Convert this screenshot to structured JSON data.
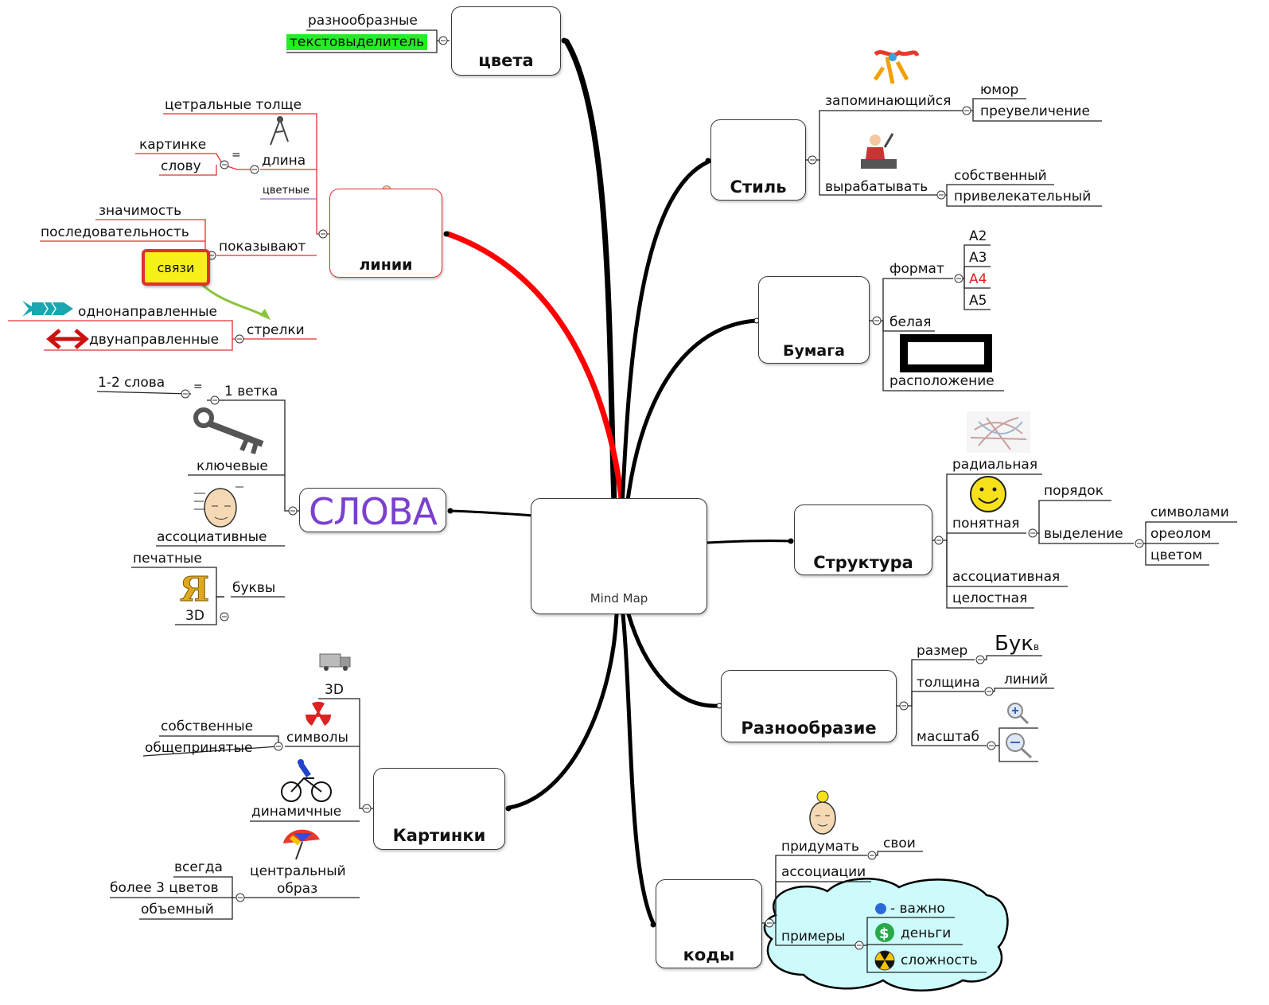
{
  "center": {
    "label": "Mind Map"
  },
  "branches": {
    "colors": {
      "title": "цвета",
      "items": [
        "разнообразные",
        "текстовыделитель"
      ],
      "highlight_color": "#22ee22"
    },
    "lines": {
      "title": "линии",
      "items": {
        "thicker": "цетральные толще",
        "length": "длина",
        "picture": "картинке",
        "eq": "=",
        "word": "слову",
        "colored": "цветные",
        "show": "показывают",
        "importance": "значимость",
        "sequence": "последовательность",
        "links": "связи",
        "arrows": "стрелки",
        "one_way": "однонаправленные",
        "two_way": "двунаправленные"
      }
    },
    "words": {
      "title": "СЛОВА",
      "items": {
        "one_two": "1-2 слова",
        "eq": "=",
        "one_branch": "1 ветка",
        "key": "ключевые",
        "assoc": "ассоциативные",
        "printed": "печатные",
        "letters": "буквы",
        "three_d": "3D",
        "ya": "Я"
      }
    },
    "pictures": {
      "title": "Картинки",
      "items": {
        "three_d": "3D",
        "own": "собственные",
        "symbols": "символы",
        "common": "общепринятые",
        "dynamic": "динамичные",
        "central1": "центральный",
        "central2": "образ",
        "always": "всегда",
        "more3": "более 3 цветов",
        "volume": "объемный"
      }
    },
    "style": {
      "title": "Стиль",
      "items": {
        "memorable": "запоминающийся",
        "humor": "юмор",
        "exaggeration": "преувеличение",
        "develop": "вырабатывать",
        "own": "собственный",
        "attractive": "привелекательный"
      }
    },
    "paper": {
      "title": "Бумага",
      "items": {
        "format": "формат",
        "a2": "A2",
        "a3": "A3",
        "a4": "A4",
        "a5": "A5",
        "white": "белая",
        "layout": "расположение"
      },
      "a4_color": "#e02020"
    },
    "structure": {
      "title": "Структура",
      "items": {
        "radial": "радиальная",
        "clear": "понятная",
        "order": "порядок",
        "emphasis": "выделение",
        "symbols": "символами",
        "halo": "ореолом",
        "color": "цветом",
        "assoc": "ассоциативная",
        "whole": "целостная"
      }
    },
    "variety": {
      "title": "Разнообразие",
      "items": {
        "size": "размер",
        "buk": "Бук",
        "buk_sub": "в",
        "thickness": "толщина",
        "lines": "линий",
        "scale": "масштаб"
      }
    },
    "codes": {
      "title": "коды",
      "items": {
        "invent": "придумать",
        "own": "свои",
        "assoc": "ассоциации",
        "examples": "примеры",
        "important": "- важно",
        "money": "деньги",
        "complexity": "сложность"
      },
      "cloud_color": "#cdfbfb"
    }
  },
  "colors": {
    "line_main": "#000000",
    "line_red": "#ff0000",
    "lines_branch": "#e03030",
    "arrow_green": "#8cc43c",
    "fish": "#1aa7b0"
  }
}
